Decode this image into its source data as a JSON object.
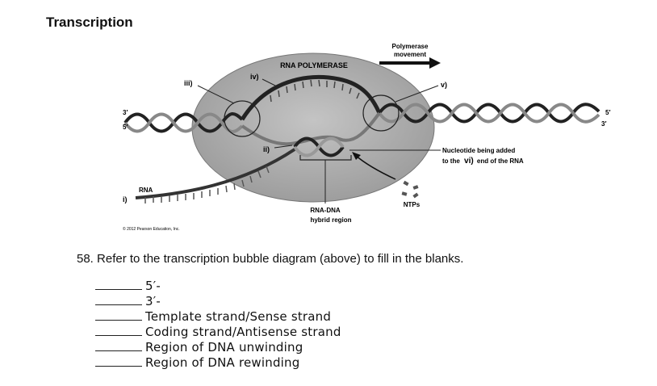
{
  "title": "Transcription",
  "diagram": {
    "labels": {
      "polymerase_movement_1": "Polymerase",
      "polymerase_movement_2": "movement",
      "rna_polymerase": "RNA POLYMERASE",
      "iii": "iii)",
      "iv": "iv)",
      "v": "v)",
      "ii": "ii)",
      "i": "i)",
      "three_prime_left": "3′",
      "five_prime_left": "5′",
      "five_prime_right": "5′",
      "three_prime_right": "3′",
      "rna": "RNA",
      "nucleotide_1": "Nucleotide being added",
      "nucleotide_2a": "to the",
      "nucleotide_vi": "vi)",
      "nucleotide_2b": "end of the RNA",
      "ntps": "NTPs",
      "hybrid_1": "RNA-DNA",
      "hybrid_2": "hybrid region",
      "copyright": "© 2012 Pearson Education, Inc."
    }
  },
  "question": "58.  Refer to the transcription bubble diagram (above) to fill in the blanks.",
  "blanks": [
    "5′-",
    "3′-",
    "Template strand/Sense strand",
    "Coding strand/Antisense strand",
    "Region of DNA unwinding",
    "Region of DNA rewinding"
  ]
}
